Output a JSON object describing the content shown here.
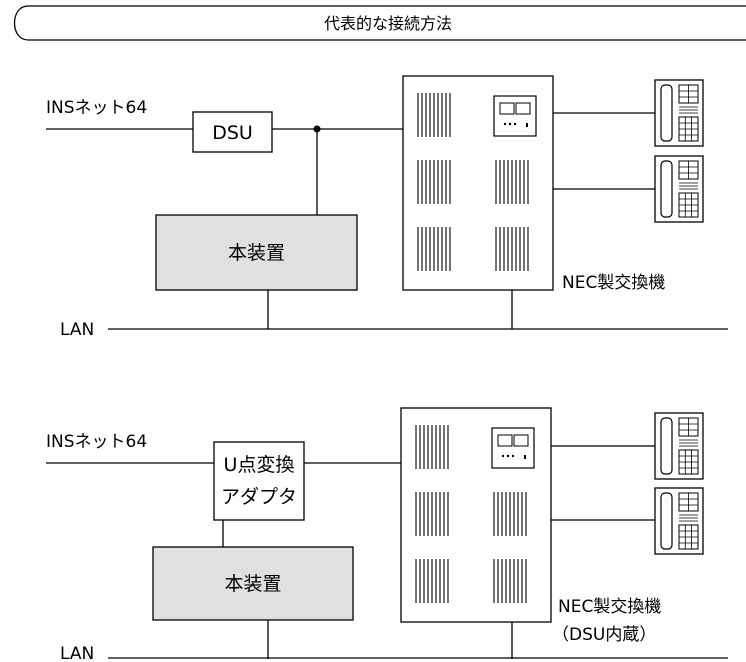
{
  "title": "代表的な接続方法",
  "diagram1": {
    "line_label": "INSネット64",
    "dsu_label": "DSU",
    "device_label": "本装置",
    "pbx_label": "NEC製交換機",
    "lan_label": "LAN"
  },
  "diagram2": {
    "line_label": "INSネット64",
    "adapter_label_line1": "U点変換",
    "adapter_label_line2": "アダプタ",
    "device_label": "本装置",
    "pbx_label_line1": "NEC製交換機",
    "pbx_label_line2": "（DSU内蔵）",
    "lan_label": "LAN"
  },
  "colors": {
    "device_fill": "#e0e0e0",
    "line": "#000000",
    "background": "#ffffff"
  }
}
